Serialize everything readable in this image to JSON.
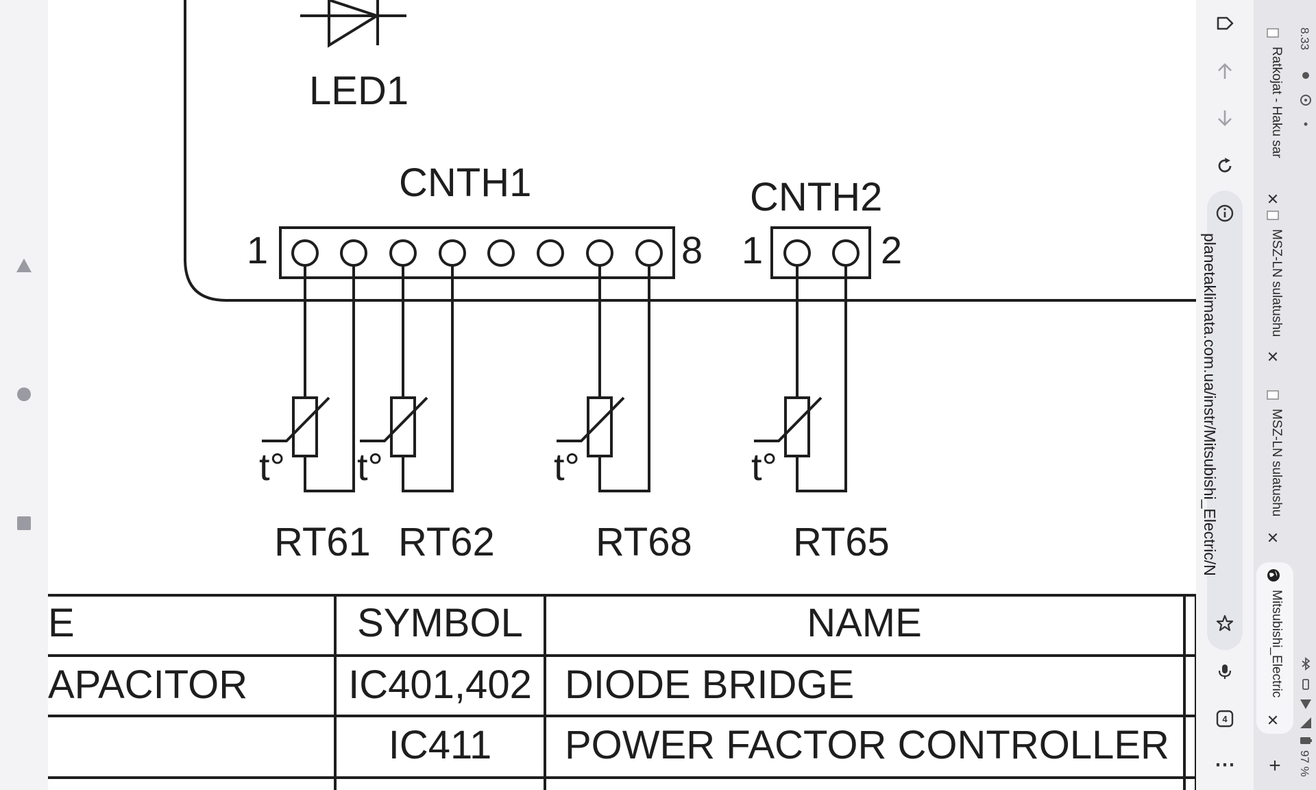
{
  "schematic": {
    "led_label": "LED1",
    "cnth1": {
      "label": "CNTH1",
      "pin_start": "1",
      "pin_end": "8"
    },
    "cnth2": {
      "label": "CNTH2",
      "pin_start": "1",
      "pin_end": "2"
    },
    "thermistor_symbol": "t°",
    "thermistors": [
      "RT61",
      "RT62",
      "RT68",
      "RT65"
    ]
  },
  "parts_table": {
    "headers": [
      "E",
      "SYMBOL",
      "NAME"
    ],
    "rows": [
      [
        "APACITOR",
        "IC401,402",
        "DIODE BRIDGE"
      ],
      [
        "",
        "IC411",
        "POWER FACTOR CONTROLLER"
      ]
    ]
  },
  "browser": {
    "address_url": "planetaklimata.com.ua/instr/Mitsubishi_Electric/N",
    "tabs": [
      {
        "title": "Ratkojat - Haku sar",
        "active": false
      },
      {
        "title": "MSZ-LN sulatushu",
        "active": false
      },
      {
        "title": "MSZ-LN sulatushu",
        "active": false
      },
      {
        "title": "Mitsubishi_Electric",
        "active": true
      }
    ],
    "tab_count": "4",
    "new_tab_symbol": "+",
    "more_symbol": "⋯"
  },
  "status": {
    "time": "8.33",
    "battery": "97 %"
  }
}
